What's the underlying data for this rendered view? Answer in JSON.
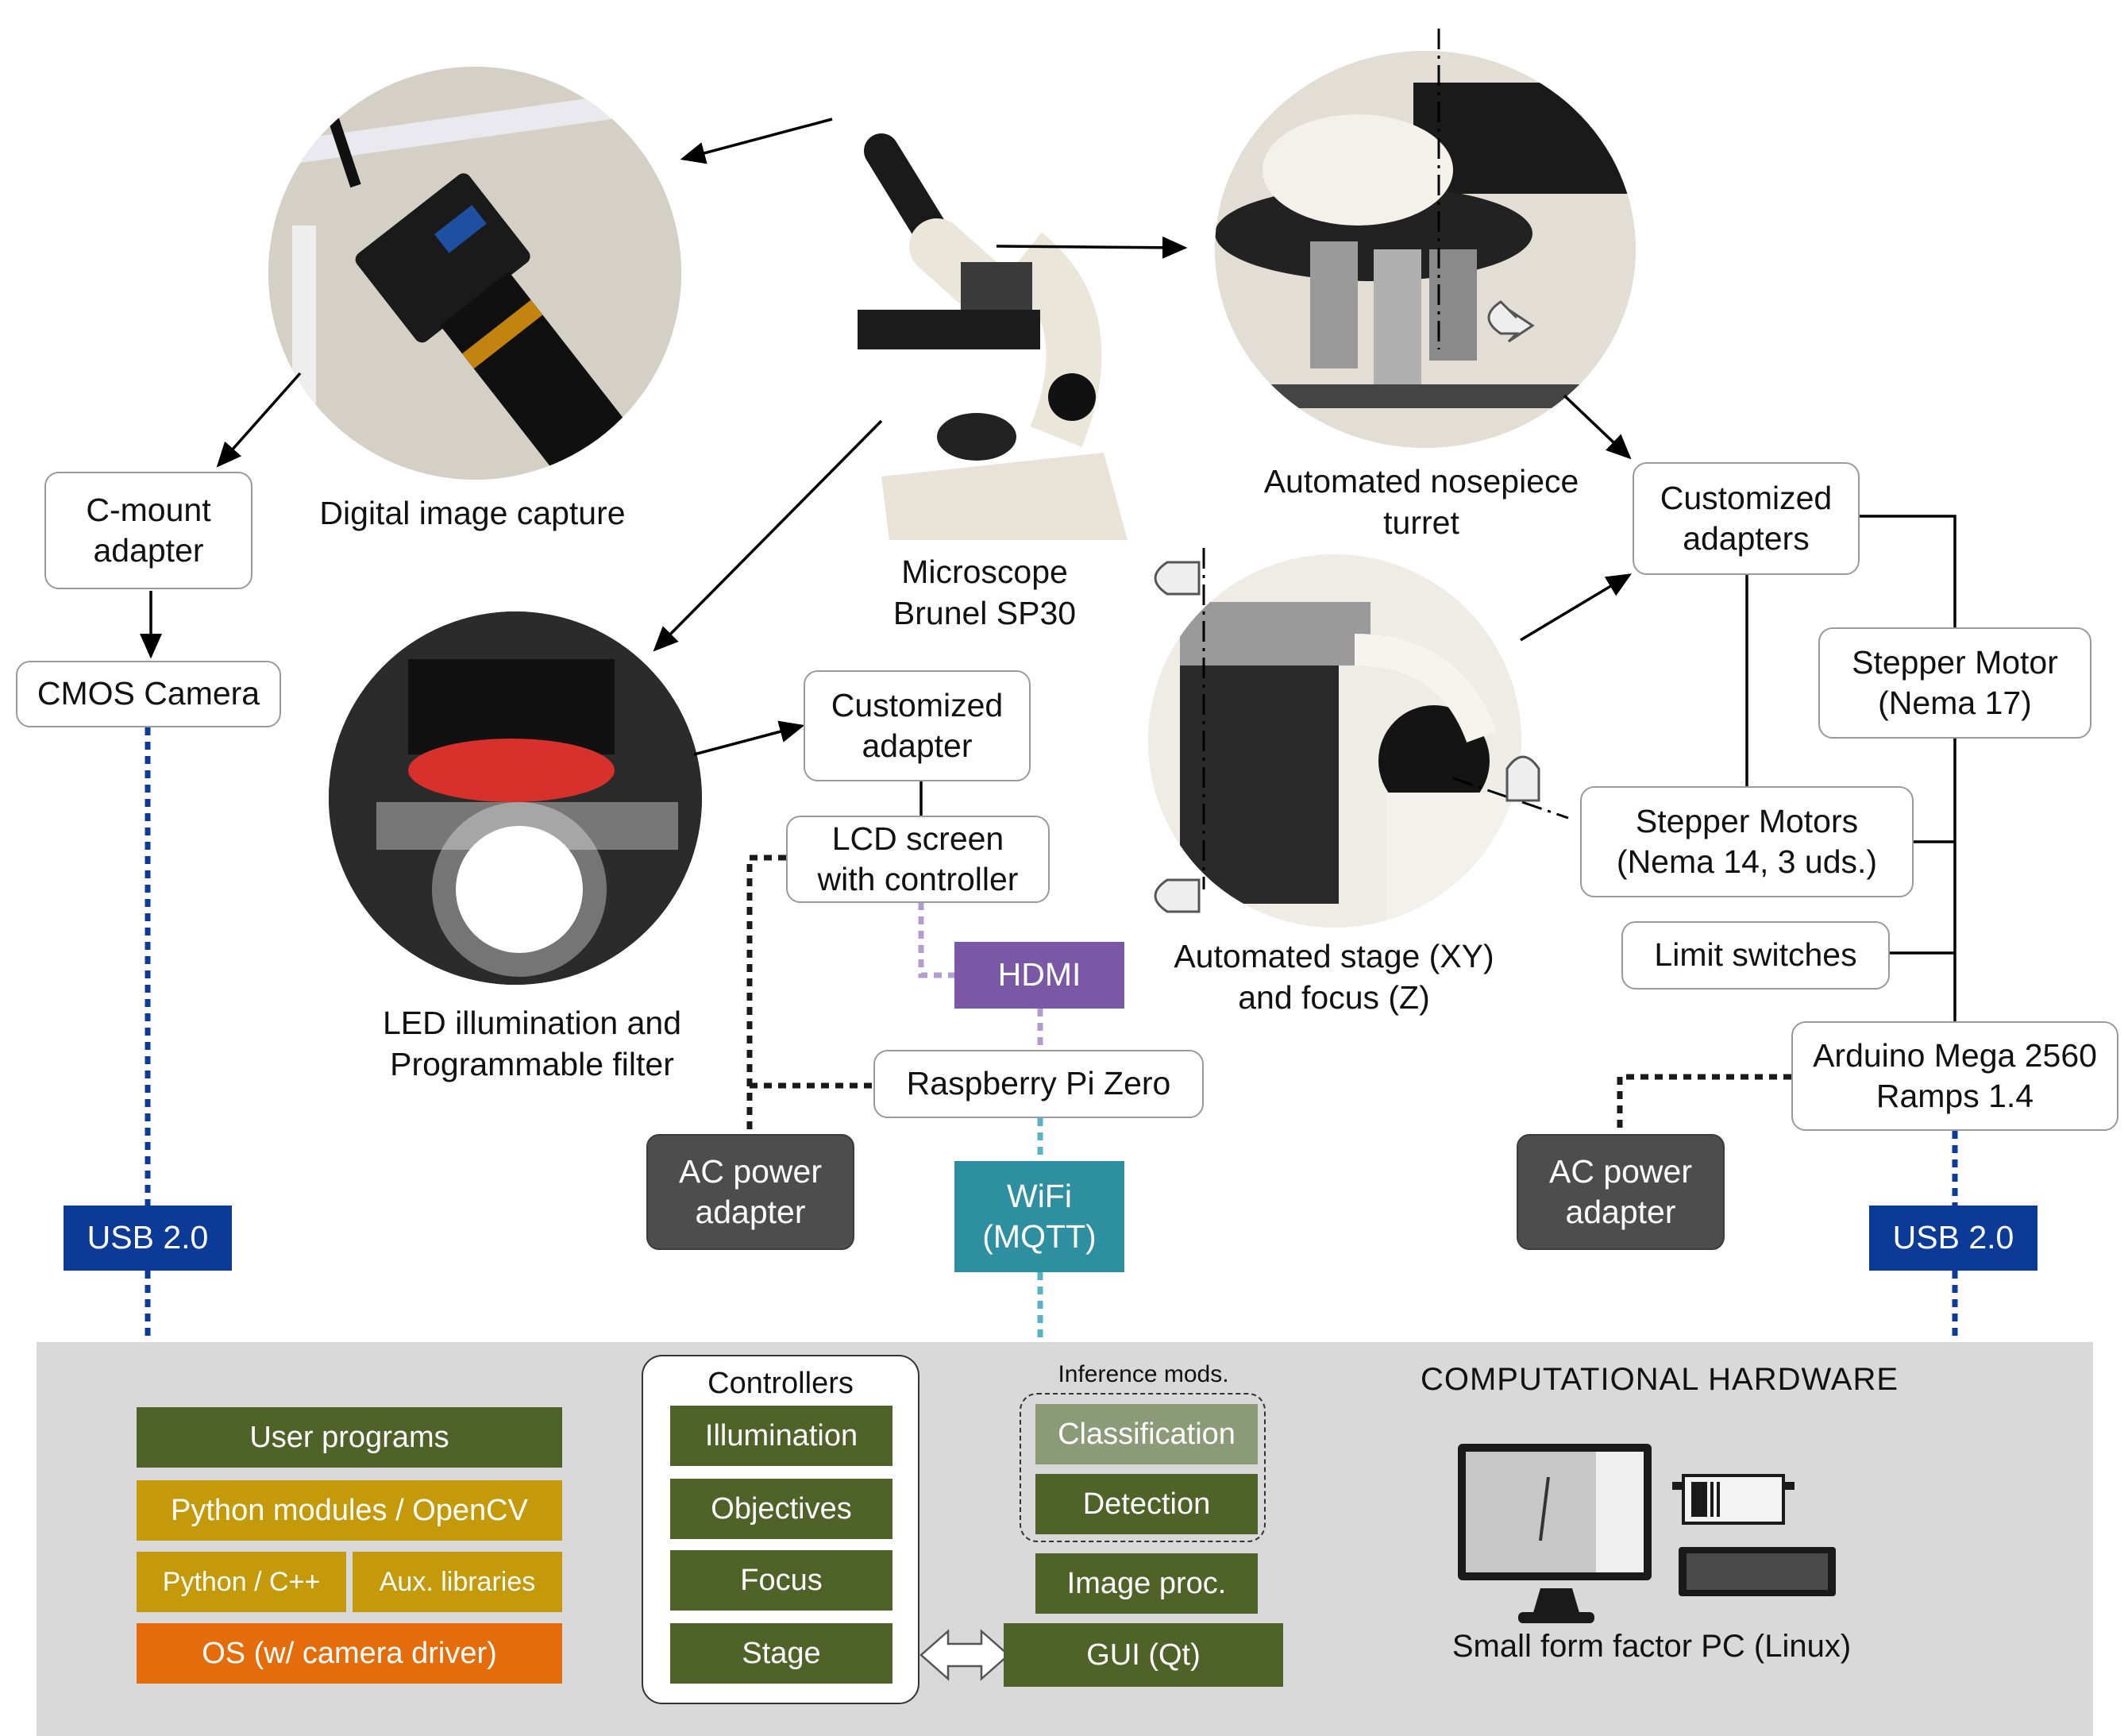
{
  "labels": {
    "digital_capture": "Digital image capture",
    "microscope": "Microscope\nBrunel SP30",
    "nosepiece": "Automated nosepiece\nturret",
    "stage": "Automated stage (XY)\nand focus (Z)",
    "led": "LED illumination and\nProgrammable filter"
  },
  "left_chain": {
    "cmount": "C-mount\nadapter",
    "cmos": "CMOS Camera",
    "usb": "USB 2.0"
  },
  "center_chain": {
    "custom_adapter": "Customized\nadapter",
    "lcd": "LCD screen\nwith controller",
    "hdmi": "HDMI",
    "rpi": "Raspberry Pi Zero",
    "ac_power": "AC power\nadapter",
    "wifi": "WiFi\n(MQTT)"
  },
  "right_chain": {
    "custom_adapters": "Customized\nadapters",
    "stepper17": "Stepper Motor\n(Nema 17)",
    "stepper14": "Stepper Motors\n(Nema 14, 3 uds.)",
    "limit": "Limit switches",
    "arduino": "Arduino Mega 2560\nRamps 1.4",
    "ac_power": "AC power\nadapter",
    "usb": "USB 2.0"
  },
  "software": {
    "user_programs": "User programs",
    "python_modules": "Python modules / OpenCV",
    "python_cpp": "Python / C++",
    "aux_libs": "Aux. libraries",
    "os": "OS (w/ camera driver)",
    "controllers_title": "Controllers",
    "controllers": [
      "Illumination",
      "Objectives",
      "Focus",
      "Stage"
    ],
    "inference_title": "Inference mods.",
    "classification": "Classification",
    "detection": "Detection",
    "image_proc": "Image proc.",
    "gui": "GUI (Qt)",
    "comp_title": "COMPUTATIONAL  HARDWARE",
    "pc_label": "Small form factor PC (Linux)"
  },
  "colors": {
    "olive": "#4f6228",
    "gold": "#c49a0b",
    "orange": "#e46c0a",
    "usb_blue": "#0b3a97",
    "hdmi_purple": "#7a58a6",
    "wifi_teal": "#2e8fa1",
    "panel_grey": "#d9d9d9"
  }
}
